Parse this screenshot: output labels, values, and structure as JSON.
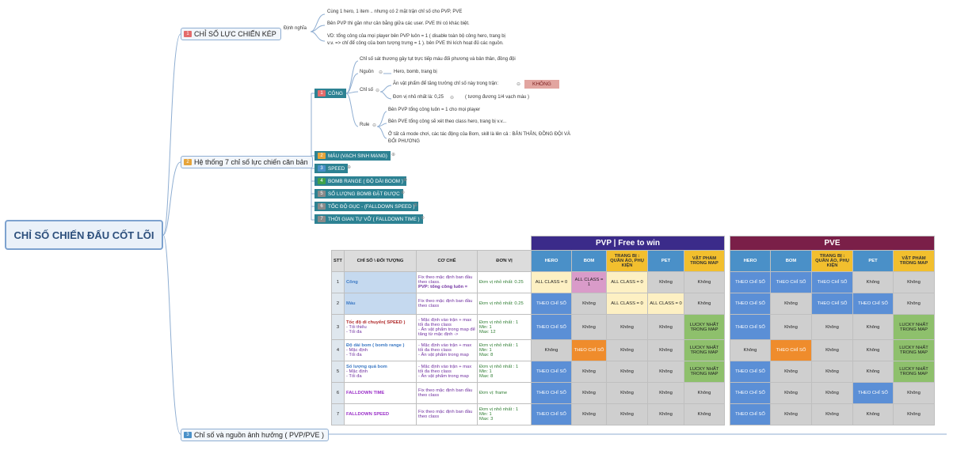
{
  "colors": {
    "line": "#8faed2",
    "root_border": "#7da2cf",
    "branch_num": "#e36b6b",
    "stat_bg": "#2d8293",
    "pvp_header": "#3b2b8a",
    "pve_header": "#7a1f48",
    "subheader": "#4a90c8",
    "gear": "#f2bf2e",
    "blue_cell": "#5b8fd6",
    "orange_cell": "#ef8c2c",
    "green_cell": "#8ec06c",
    "pink_cell": "#d99bc9",
    "cream_cell": "#fdf0c3",
    "gray_cell": "#cfcfcf"
  },
  "root": {
    "label": "CHỈ SỐ CHIẾN ĐẤU CỐT LÕI"
  },
  "branches": [
    {
      "num": "1",
      "label": "CHỈ SỐ LỰC CHIẾN KÉP",
      "sub_label": "Định nghĩa",
      "leaves": [
        "Cùng 1 hero, 1 item .. nhưng có 2 mặt trận chỉ số cho PVP, PVE",
        "Bên PVP thì gần như cân bằng giữa các user. PVE thì có khác biệt.",
        "VD: tổng công của mọi player bên PVP luôn = 1 ( disable toàn bộ công hero, trang bị",
        "v.v. => chỉ để công của bom tượng trưng = 1 ). bên PVE thì kích hoạt đủ các nguồn."
      ]
    },
    {
      "num": "2",
      "label": "Hệ thống 7 chỉ số lực chiến căn bản",
      "cong": {
        "num": "1",
        "label": "CÔNG",
        "top_leaf": "Chỉ số sát thương gây tụt trực tiếp máu đối phương và bản thân, đồng đội",
        "nguon_label": "Nguồn",
        "nguon_leaf": "Hero, bomb, trang bị",
        "chiso_label": "Chỉ số",
        "chiso_leaf1": "Ăn vật phẩm để tăng trưởng chỉ số này trong trận:",
        "chiso_badge": "KHÔNG",
        "chiso_leaf2": "Đơn vị nhỏ nhất là: 0,25",
        "chiso_leaf2b": "( tương đương 1/4 vạch máu )",
        "rule_label": "Rule",
        "rule_leaf1": "Bên PVP tổng công luôn = 1 cho mọi player",
        "rule_leaf2": "Bên PVE tổng công sẽ xét theo class hero, trang bị v.v...",
        "rule_leaf3a": "Ở tất cả mode chơi, các tác động của Bom, skill là lên cả : BẢN THÂN, ĐỒNG ĐỘI VÀ",
        "rule_leaf3b": "ĐỐI PHƯƠNG"
      },
      "stats": [
        {
          "num": "2",
          "label": "MÁU (VẠCH SINH MẠNG)",
          "badge_color": "#e6a43a"
        },
        {
          "num": "3",
          "label": "SPEED",
          "badge_color": "#4a90c8"
        },
        {
          "num": "4",
          "label": "BOMB RANGE ( ĐỘ DÀI BOOM )",
          "badge_color": "#3fa24a"
        },
        {
          "num": "5",
          "label": "SỐ LƯỢNG BOMB ĐẶT ĐƯỢC",
          "badge_color": "#8a8a8a"
        },
        {
          "num": "6",
          "label": "TỐC ĐỘ GỤC - (FALLDOWN SPEED )",
          "badge_color": "#8a8a8a"
        },
        {
          "num": "7",
          "label": "THỜI GIAN TỰ VỠ ( FALLDOWN TIME )",
          "badge_color": "#8a8a8a"
        }
      ]
    },
    {
      "num": "3",
      "label": "Chỉ số và nguồn ảnh hưởng ( PVP/PVE )"
    }
  ],
  "table": {
    "group_pvp": "PVP | Free to win",
    "group_pve": "PVE",
    "headers": [
      "STT",
      "CHỈ SỐ \\ ĐỐI TƯỢNG",
      "CƠ CHẾ",
      "ĐƠN VỊ"
    ],
    "pvp_cols": [
      "HERO",
      "BOM",
      "TRANG BỊ : QUẦN ÁO, PHỤ KIỆN",
      "PET",
      "VẬT PHẨM TRONG MAP"
    ],
    "pve_cols": [
      "HERO",
      "BOM",
      "TRANG BỊ : QUẦN ÁO, PHỤ KIỆN",
      "PET",
      "VẬT PHẨM TRONG MAP"
    ],
    "rows": [
      {
        "stt": "1",
        "name": "Công",
        "name_color": "#3d7ac4",
        "mech": "Fix theo mặc định ban đầu theo class.",
        "mech2": "PVP: tổng công luôn =",
        "unit": "Đơn vị nhỏ nhất: 0.25",
        "pvp": [
          "ALL CLASS = 0",
          "ALL CLASS = 1",
          "ALL CLASS = 0",
          "Không",
          "Không"
        ],
        "pvp_c": [
          "cream",
          "pink",
          "cream",
          "gray",
          "gray"
        ],
        "pve": [
          "THEO CHỈ SỐ",
          "THEO CHỈ SỐ",
          "THEO CHỈ SỐ",
          "Không",
          "Không"
        ],
        "pve_c": [
          "blue",
          "blue",
          "blue",
          "gray",
          "gray"
        ]
      },
      {
        "stt": "2",
        "name": "Máu",
        "name_color": "#3d7ac4",
        "mech": "Fix theo mặc định ban đầu theo class",
        "mech2": "",
        "unit": "Đơn vị nhỏ nhất: 0.25",
        "pvp": [
          "THEO CHỈ SỐ",
          "Không",
          "ALL CLASS = 0",
          "ALL CLASS = 0",
          "Không"
        ],
        "pvp_c": [
          "blue",
          "gray",
          "cream",
          "cream",
          "gray"
        ],
        "pve": [
          "THEO CHỈ SỐ",
          "Không",
          "THEO CHỈ SỐ",
          "THEO CHỈ SỐ",
          "Không"
        ],
        "pve_c": [
          "blue",
          "gray",
          "blue",
          "blue",
          "gray"
        ]
      },
      {
        "stt": "3",
        "name": "Tốc độ di chuyển( SPEED )",
        "name_color": "#b02a2a",
        "sub": [
          "- Tối thiểu",
          "- Tối đa"
        ],
        "mech": "- Mặc định vào trận + max tối đa theo class",
        "mech2": "- Ăn vật phẩm trong map để tăng từ mặc định ->",
        "unit": "Đơn vị nhỏ nhất : 1",
        "unit2": "Min: 1",
        "unit3": "Max: 12",
        "pvp": [
          "THEO CHỈ SỐ",
          "Không",
          "Không",
          "Không",
          "LUCKY NHẤT TRONG MAP"
        ],
        "pvp_c": [
          "blue",
          "gray",
          "gray",
          "gray",
          "green"
        ],
        "pve": [
          "THEO CHỈ SỐ",
          "Không",
          "Không",
          "Không",
          "LUCKY NHẤT TRONG MAP"
        ],
        "pve_c": [
          "blue",
          "gray",
          "gray",
          "gray",
          "green"
        ]
      },
      {
        "stt": "4",
        "name": "Độ dài bom ( bomb range )",
        "name_color": "#3d7ac4",
        "sub": [
          "- Mặc định",
          "- Tối đa"
        ],
        "mech": "- Mặc định vào trận + max tối đa theo class",
        "mech2": "- Ăn vật phẩm trong map",
        "unit": "Đơn vị nhỏ nhất : 1",
        "unit2": "Min: 1",
        "unit3": "Max: 8",
        "pvp": [
          "Không",
          "THEO CHỈ SỐ",
          "Không",
          "Không",
          "LUCKY NHẤT TRONG MAP"
        ],
        "pvp_c": [
          "gray",
          "orange",
          "gray",
          "gray",
          "green"
        ],
        "pve": [
          "Không",
          "THEO CHỈ SỐ",
          "Không",
          "Không",
          "LUCKY NHẤT TRONG MAP"
        ],
        "pve_c": [
          "gray",
          "orange",
          "gray",
          "gray",
          "green"
        ]
      },
      {
        "stt": "5",
        "name": "Số lượng quả bom",
        "name_color": "#3d7ac4",
        "sub": [
          "- Mặc định",
          "- Tối đa"
        ],
        "mech": "- Mặc định vào trận + max tối đa theo class",
        "mech2": "- Ăn vật phẩm trong map",
        "unit": "Đơn vị nhỏ nhất : 1",
        "unit2": "Min: 1",
        "unit3": "Max: 8",
        "pvp": [
          "THEO CHỈ SỐ",
          "Không",
          "Không",
          "Không",
          "LUCKY NHẤT TRONG MAP"
        ],
        "pvp_c": [
          "blue",
          "gray",
          "gray",
          "gray",
          "green"
        ],
        "pve": [
          "THEO CHỈ SỐ",
          "Không",
          "Không",
          "Không",
          "LUCKY NHẤT TRONG MAP"
        ],
        "pve_c": [
          "blue",
          "gray",
          "gray",
          "gray",
          "green"
        ]
      },
      {
        "stt": "6",
        "name": "FALLDOWN TIME",
        "name_color": "#9b30c8",
        "mech": "Fix theo mặc định ban đầu theo class",
        "mech2": "",
        "unit": "Đơn vị: frame",
        "pvp": [
          "THEO CHỈ SỐ",
          "Không",
          "Không",
          "Không",
          "Không"
        ],
        "pvp_c": [
          "blue",
          "gray",
          "gray",
          "gray",
          "gray"
        ],
        "pve": [
          "THEO CHỈ SỐ",
          "Không",
          "Không",
          "THEO CHỈ SỐ",
          "Không"
        ],
        "pve_c": [
          "blue",
          "gray",
          "gray",
          "blue",
          "gray"
        ]
      },
      {
        "stt": "7",
        "name": "FALLDOWN SPEED",
        "name_color": "#9b30c8",
        "mech": "Fix theo mặc định ban đầu theo class",
        "mech2": "",
        "unit": "Đơn vị nhỏ nhất : 1",
        "unit2": "Min: 1",
        "unit3": "Max: 3",
        "pvp": [
          "THEO CHỈ SỐ",
          "Không",
          "Không",
          "Không",
          "Không"
        ],
        "pvp_c": [
          "blue",
          "gray",
          "gray",
          "gray",
          "gray"
        ],
        "pve": [
          "THEO CHỈ SỐ",
          "Không",
          "Không",
          "Không",
          "Không"
        ],
        "pve_c": [
          "blue",
          "gray",
          "gray",
          "gray",
          "gray"
        ]
      }
    ]
  }
}
